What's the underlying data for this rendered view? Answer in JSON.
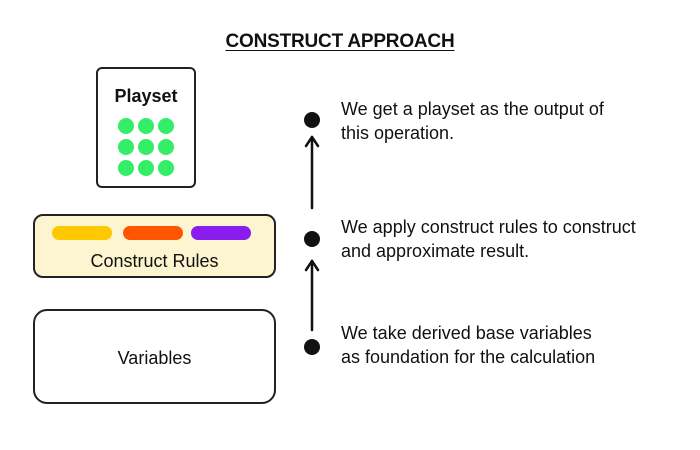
{
  "title": "CONSTRUCT APPROACH",
  "playset": {
    "label": "Playset",
    "dot_color": "#33ee66",
    "dot_count": 9
  },
  "construct_rules": {
    "label": "Construct Rules",
    "fill_color": "#fdf5cf",
    "bar_colors": [
      "#ffc800",
      "#ff5500",
      "#8a1cf0"
    ]
  },
  "variables": {
    "label": "Variables"
  },
  "steps": [
    {
      "lines": [
        "We get a playset as the output of",
        "this operation."
      ]
    },
    {
      "lines": [
        "We apply construct rules to construct",
        "and approximate result."
      ]
    },
    {
      "lines": [
        "We take derived base variables",
        "as foundation for the calculation"
      ]
    }
  ]
}
